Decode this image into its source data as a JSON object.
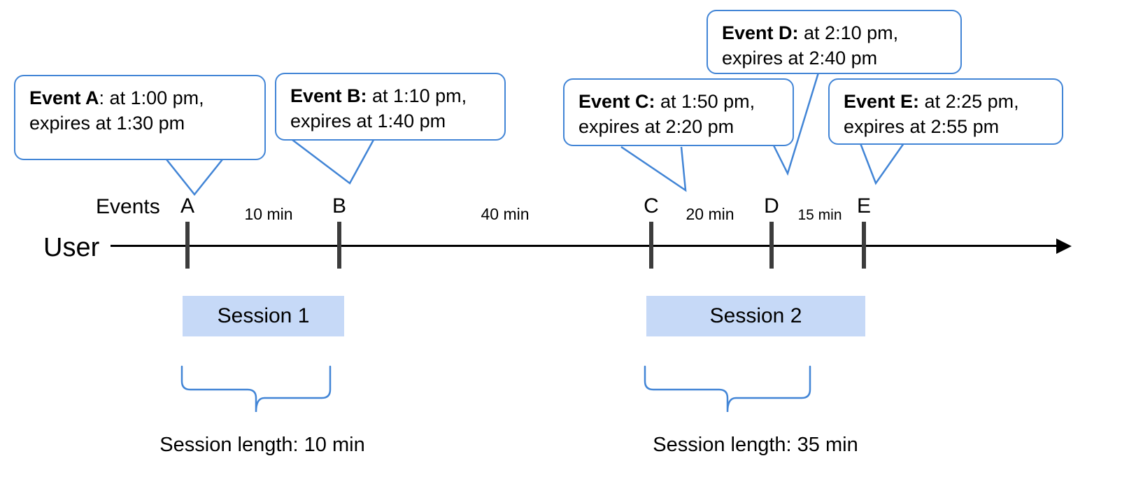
{
  "diagram": {
    "title": "User events grouped into sessions on a timeline",
    "accent_color": "#4285d6",
    "session_fill_color": "#c6d9f7",
    "axis_color": "#000000",
    "tick_color": "#3c3c3c"
  },
  "rows": {
    "events_label": "Events",
    "user_label": "User"
  },
  "callouts": [
    {
      "id": "A",
      "label": "Event A",
      "separator": ":",
      "line1": " at 1:00 pm,",
      "line2": "expires at 1:30 pm",
      "bold_includes_colon": false
    },
    {
      "id": "B",
      "label": "Event B",
      "separator": ":",
      "line1": " at 1:10 pm,",
      "line2": "expires at 1:40 pm",
      "bold_includes_colon": true
    },
    {
      "id": "C",
      "label": "Event C",
      "separator": ":",
      "line1": " at 1:50 pm,",
      "line2": "expires at 2:20 pm",
      "bold_includes_colon": true
    },
    {
      "id": "D",
      "label": "Event D",
      "separator": ":",
      "line1": " at 2:10 pm,",
      "line2": "expires at 2:40 pm",
      "bold_includes_colon": true
    },
    {
      "id": "E",
      "label": "Event E",
      "separator": ":",
      "line1": " at 2:25 pm,",
      "line2": "expires at 2:55 pm",
      "bold_includes_colon": true
    }
  ],
  "events": [
    {
      "id": "A",
      "marker": "A",
      "time": "1:00 pm",
      "expires": "1:30 pm"
    },
    {
      "id": "B",
      "marker": "B",
      "time": "1:10 pm",
      "expires": "1:40 pm"
    },
    {
      "id": "C",
      "marker": "C",
      "time": "1:50 pm",
      "expires": "2:20 pm"
    },
    {
      "id": "D",
      "marker": "D",
      "time": "2:10 pm",
      "expires": "2:40 pm"
    },
    {
      "id": "E",
      "marker": "E",
      "time": "2:25 pm",
      "expires": "2:55 pm"
    }
  ],
  "gaps": [
    {
      "from": "A",
      "to": "B",
      "label": "10 min"
    },
    {
      "from": "B",
      "to": "C",
      "label": "40 min"
    },
    {
      "from": "C",
      "to": "D",
      "label": "20 min"
    },
    {
      "from": "D",
      "to": "E",
      "label": "15 min"
    }
  ],
  "sessions": [
    {
      "id": "session-1",
      "label": "Session 1",
      "length_label": "Session length: 10 min"
    },
    {
      "id": "session-2",
      "label": "Session 2",
      "length_label": "Session length: 35 min"
    }
  ]
}
